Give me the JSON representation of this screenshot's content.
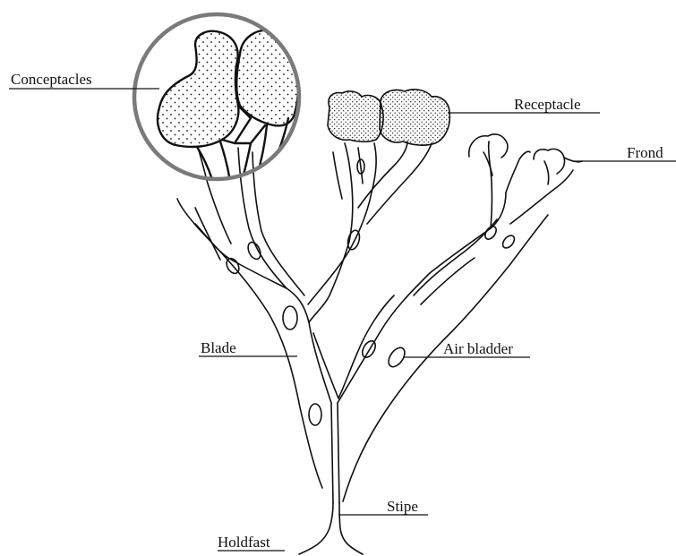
{
  "diagram": {
    "labels": {
      "conceptacles": "Conceptacles",
      "receptacle": "Receptacle",
      "frond": "Frond",
      "blade": "Blade",
      "air_bladder": "Air bladder",
      "stipe": "Stipe",
      "holdfast": "Holdfast"
    },
    "colors": {
      "ink": "#111111",
      "magnifier_ring": "#7a7a7a",
      "background": "#ffffff"
    }
  }
}
